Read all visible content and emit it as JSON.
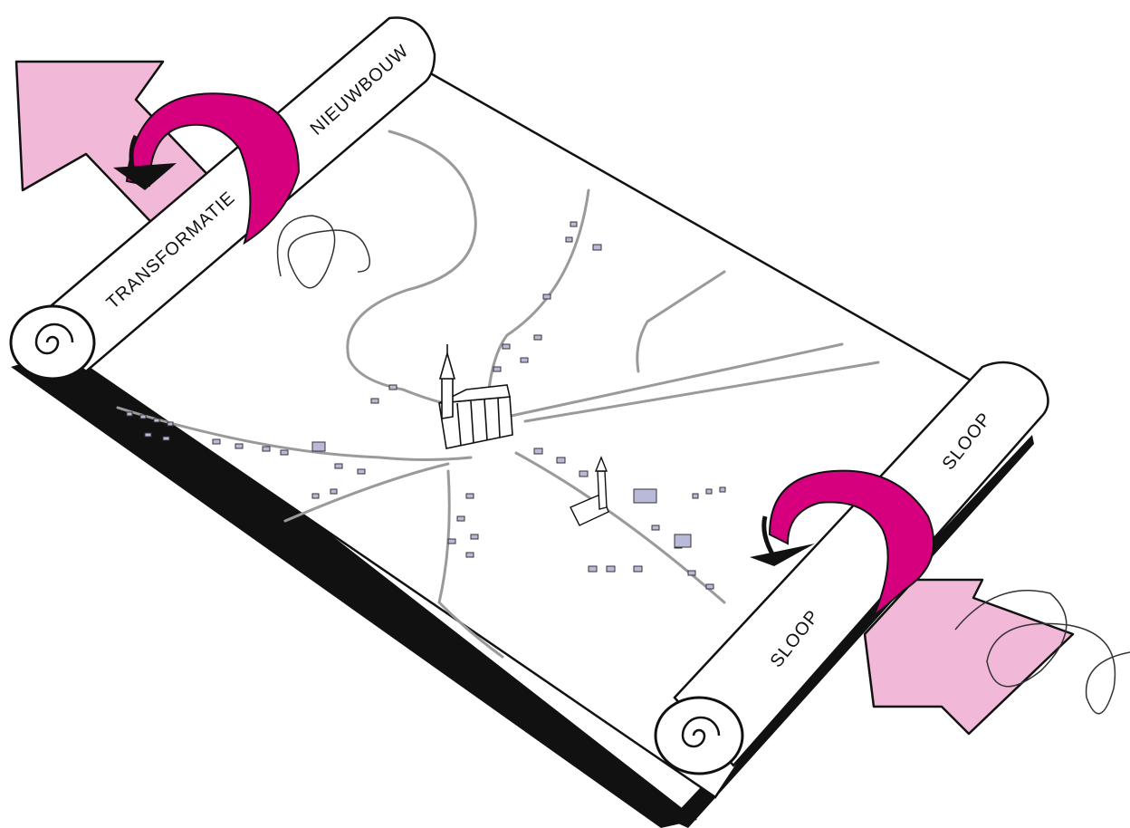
{
  "labels": {
    "top_left_roll_outer": "TRANSFORMATIE",
    "top_left_roll_inner": "NIEUWBOUW",
    "bottom_right_roll_outer": "SLOOP",
    "bottom_right_roll_inner": "SLOOP"
  },
  "colors": {
    "magenta": "#d6007e",
    "pink": "#f2b8d8",
    "ink": "#111111",
    "road": "#9a9a9a",
    "house_fill": "#b9b9d9"
  },
  "icons": [
    "up-arrow-icon",
    "curved-arrow-icon",
    "church-icon",
    "scroll-roll-icon"
  ]
}
